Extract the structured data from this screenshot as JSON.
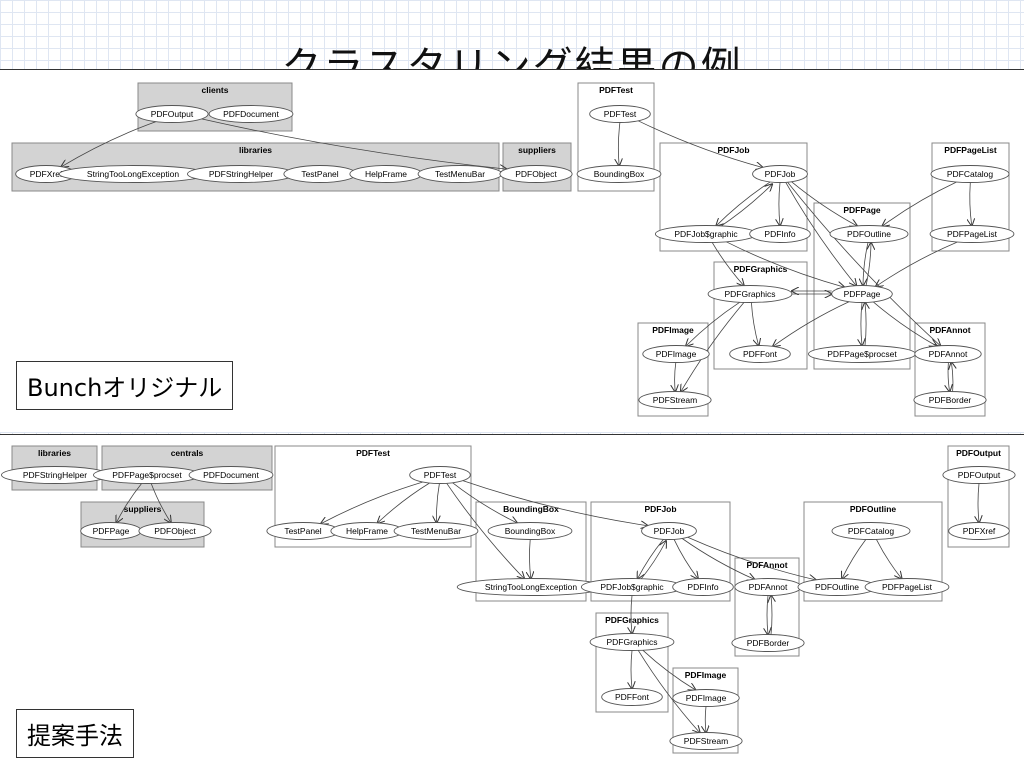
{
  "slide": {
    "title": "クラスタリング結果の例"
  },
  "original": {
    "label": "Bunchオリジナル",
    "clusters": [
      {
        "id": "o_clients",
        "label": "clients",
        "nodes": [
          {
            "id": "o_PDFOutput",
            "label": "PDFOutput"
          },
          {
            "id": "o_PDFDocument",
            "label": "PDFDocument"
          }
        ]
      },
      {
        "id": "o_libraries",
        "label": "libraries",
        "nodes": [
          {
            "id": "o_PDFXref",
            "label": "PDFXref"
          },
          {
            "id": "o_StringTooLong",
            "label": "StringTooLongException"
          },
          {
            "id": "o_PDFStringHelper",
            "label": "PDFStringHelper"
          },
          {
            "id": "o_TestPanel",
            "label": "TestPanel"
          },
          {
            "id": "o_HelpFrame",
            "label": "HelpFrame"
          },
          {
            "id": "o_TestMenuBar",
            "label": "TestMenuBar"
          }
        ]
      },
      {
        "id": "o_suppliers",
        "label": "suppliers",
        "nodes": [
          {
            "id": "o_PDFObject",
            "label": "PDFObject"
          }
        ]
      },
      {
        "id": "o_PDFTest",
        "label": "PDFTest",
        "nodes": [
          {
            "id": "o_PDFTest_n",
            "label": "PDFTest"
          },
          {
            "id": "o_BoundingBox",
            "label": "BoundingBox"
          }
        ]
      },
      {
        "id": "o_PDFJob",
        "label": "PDFJob",
        "nodes": [
          {
            "id": "o_PDFJob_n",
            "label": "PDFJob"
          },
          {
            "id": "o_PDFJobGraphic",
            "label": "PDFJob$graphic"
          },
          {
            "id": "o_PDFInfo",
            "label": "PDFInfo"
          }
        ]
      },
      {
        "id": "o_PDFPage",
        "label": "PDFPage",
        "nodes": [
          {
            "id": "o_PDFOutline",
            "label": "PDFOutline"
          },
          {
            "id": "o_PDFPage_n",
            "label": "PDFPage"
          },
          {
            "id": "o_PDFPageProcset",
            "label": "PDFPage$procset"
          }
        ]
      },
      {
        "id": "o_PDFPageList",
        "label": "PDFPageList",
        "nodes": [
          {
            "id": "o_PDFCatalog",
            "label": "PDFCatalog"
          },
          {
            "id": "o_PDFPageList_n",
            "label": "PDFPageList"
          }
        ]
      },
      {
        "id": "o_PDFGraphics",
        "label": "PDFGraphics",
        "nodes": [
          {
            "id": "o_PDFGraphics_n",
            "label": "PDFGraphics"
          },
          {
            "id": "o_PDFFont",
            "label": "PDFFont"
          }
        ]
      },
      {
        "id": "o_PDFImage",
        "label": "PDFImage",
        "nodes": [
          {
            "id": "o_PDFImage_n",
            "label": "PDFImage"
          },
          {
            "id": "o_PDFStream",
            "label": "PDFStream"
          }
        ]
      },
      {
        "id": "o_PDFAnnot",
        "label": "PDFAnnot",
        "nodes": [
          {
            "id": "o_PDFAnnot_n",
            "label": "PDFAnnot"
          },
          {
            "id": "o_PDFBorder",
            "label": "PDFBorder"
          }
        ]
      }
    ],
    "edges": [
      [
        "o_PDFOutput",
        "o_PDFXref"
      ],
      [
        "o_PDFOutput",
        "o_PDFObject"
      ],
      [
        "o_PDFTest_n",
        "o_BoundingBox"
      ],
      [
        "o_PDFTest_n",
        "o_PDFJob_n"
      ],
      [
        "o_PDFJob_n",
        "o_PDFJobGraphic"
      ],
      [
        "o_PDFJobGraphic",
        "o_PDFJob_n"
      ],
      [
        "o_PDFJob_n",
        "o_PDFInfo"
      ],
      [
        "o_PDFJob_n",
        "o_PDFPage_n"
      ],
      [
        "o_PDFJob_n",
        "o_PDFAnnot_n"
      ],
      [
        "o_PDFJob_n",
        "o_PDFOutline"
      ],
      [
        "o_PDFJobGraphic",
        "o_PDFGraphics_n"
      ],
      [
        "o_PDFJobGraphic",
        "o_PDFPage_n"
      ],
      [
        "o_PDFCatalog",
        "o_PDFOutline"
      ],
      [
        "o_PDFCatalog",
        "o_PDFPageList_n"
      ],
      [
        "o_PDFPageList_n",
        "o_PDFPage_n"
      ],
      [
        "o_PDFOutline",
        "o_PDFPage_n"
      ],
      [
        "o_PDFPage_n",
        "o_PDFOutline"
      ],
      [
        "o_PDFGraphics_n",
        "o_PDFPage_n"
      ],
      [
        "o_PDFPage_n",
        "o_PDFGraphics_n"
      ],
      [
        "o_PDFPage_n",
        "o_PDFPageProcset"
      ],
      [
        "o_PDFPageProcset",
        "o_PDFPage_n"
      ],
      [
        "o_PDFPage_n",
        "o_PDFAnnot_n"
      ],
      [
        "o_PDFPage_n",
        "o_PDFFont"
      ],
      [
        "o_PDFGraphics_n",
        "o_PDFFont"
      ],
      [
        "o_PDFGraphics_n",
        "o_PDFImage_n"
      ],
      [
        "o_PDFGraphics_n",
        "o_PDFStream"
      ],
      [
        "o_PDFImage_n",
        "o_PDFStream"
      ],
      [
        "o_PDFAnnot_n",
        "o_PDFBorder"
      ],
      [
        "o_PDFBorder",
        "o_PDFAnnot_n"
      ]
    ]
  },
  "proposed": {
    "label": "提案手法",
    "clusters": [
      {
        "id": "p_libraries",
        "label": "libraries",
        "nodes": [
          {
            "id": "p_PDFStringHelper",
            "label": "PDFStringHelper"
          }
        ]
      },
      {
        "id": "p_centrals",
        "label": "centrals",
        "nodes": [
          {
            "id": "p_PDFPageProcset",
            "label": "PDFPage$procset"
          },
          {
            "id": "p_PDFDocument",
            "label": "PDFDocument"
          }
        ]
      },
      {
        "id": "p_suppliers",
        "label": "suppliers",
        "nodes": [
          {
            "id": "p_PDFPage",
            "label": "PDFPage"
          },
          {
            "id": "p_PDFObject",
            "label": "PDFObject"
          }
        ]
      },
      {
        "id": "p_PDFTest",
        "label": "PDFTest",
        "nodes": [
          {
            "id": "p_PDFTest_n",
            "label": "PDFTest"
          },
          {
            "id": "p_TestPanel",
            "label": "TestPanel"
          },
          {
            "id": "p_HelpFrame",
            "label": "HelpFrame"
          },
          {
            "id": "p_TestMenuBar",
            "label": "TestMenuBar"
          }
        ]
      },
      {
        "id": "p_BoundingBox",
        "label": "BoundingBox",
        "nodes": [
          {
            "id": "p_BoundingBox_n",
            "label": "BoundingBox"
          },
          {
            "id": "p_StringTooLong",
            "label": "StringTooLongException"
          }
        ]
      },
      {
        "id": "p_PDFJob",
        "label": "PDFJob",
        "nodes": [
          {
            "id": "p_PDFJob_n",
            "label": "PDFJob"
          },
          {
            "id": "p_PDFJobGraphic",
            "label": "PDFJob$graphic"
          },
          {
            "id": "p_PDFInfo",
            "label": "PDFInfo"
          }
        ]
      },
      {
        "id": "p_PDFAnnot",
        "label": "PDFAnnot",
        "nodes": [
          {
            "id": "p_PDFAnnot_n",
            "label": "PDFAnnot"
          },
          {
            "id": "p_PDFBorder",
            "label": "PDFBorder"
          }
        ]
      },
      {
        "id": "p_PDFOutline",
        "label": "PDFOutline",
        "nodes": [
          {
            "id": "p_PDFCatalog",
            "label": "PDFCatalog"
          },
          {
            "id": "p_PDFOutline_n",
            "label": "PDFOutline"
          },
          {
            "id": "p_PDFPageList",
            "label": "PDFPageList"
          }
        ]
      },
      {
        "id": "p_PDFOutput",
        "label": "PDFOutput",
        "nodes": [
          {
            "id": "p_PDFOutput_n",
            "label": "PDFOutput"
          },
          {
            "id": "p_PDFXref",
            "label": "PDFXref"
          }
        ]
      },
      {
        "id": "p_PDFGraphics",
        "label": "PDFGraphics",
        "nodes": [
          {
            "id": "p_PDFGraphics_n",
            "label": "PDFGraphics"
          },
          {
            "id": "p_PDFFont",
            "label": "PDFFont"
          }
        ]
      },
      {
        "id": "p_PDFImage",
        "label": "PDFImage",
        "nodes": [
          {
            "id": "p_PDFImage_n",
            "label": "PDFImage"
          },
          {
            "id": "p_PDFStream",
            "label": "PDFStream"
          }
        ]
      }
    ],
    "edges": [
      [
        "p_PDFPageProcset",
        "p_PDFPage"
      ],
      [
        "p_PDFPageProcset",
        "p_PDFObject"
      ],
      [
        "p_PDFTest_n",
        "p_TestPanel"
      ],
      [
        "p_PDFTest_n",
        "p_HelpFrame"
      ],
      [
        "p_PDFTest_n",
        "p_TestMenuBar"
      ],
      [
        "p_PDFTest_n",
        "p_BoundingBox_n"
      ],
      [
        "p_PDFTest_n",
        "p_StringTooLong"
      ],
      [
        "p_PDFTest_n",
        "p_PDFJob_n"
      ],
      [
        "p_BoundingBox_n",
        "p_StringTooLong"
      ],
      [
        "p_PDFJob_n",
        "p_PDFJobGraphic"
      ],
      [
        "p_PDFJobGraphic",
        "p_PDFJob_n"
      ],
      [
        "p_PDFJob_n",
        "p_PDFInfo"
      ],
      [
        "p_PDFJob_n",
        "p_PDFAnnot_n"
      ],
      [
        "p_PDFJob_n",
        "p_PDFOutline_n"
      ],
      [
        "p_PDFJobGraphic",
        "p_PDFGraphics_n"
      ],
      [
        "p_PDFAnnot_n",
        "p_PDFBorder"
      ],
      [
        "p_PDFBorder",
        "p_PDFAnnot_n"
      ],
      [
        "p_PDFCatalog",
        "p_PDFOutline_n"
      ],
      [
        "p_PDFCatalog",
        "p_PDFPageList"
      ],
      [
        "p_PDFOutput_n",
        "p_PDFXref"
      ],
      [
        "p_PDFGraphics_n",
        "p_PDFFont"
      ],
      [
        "p_PDFGraphics_n",
        "p_PDFImage_n"
      ],
      [
        "p_PDFGraphics_n",
        "p_PDFStream"
      ],
      [
        "p_PDFImage_n",
        "p_PDFStream"
      ]
    ]
  }
}
